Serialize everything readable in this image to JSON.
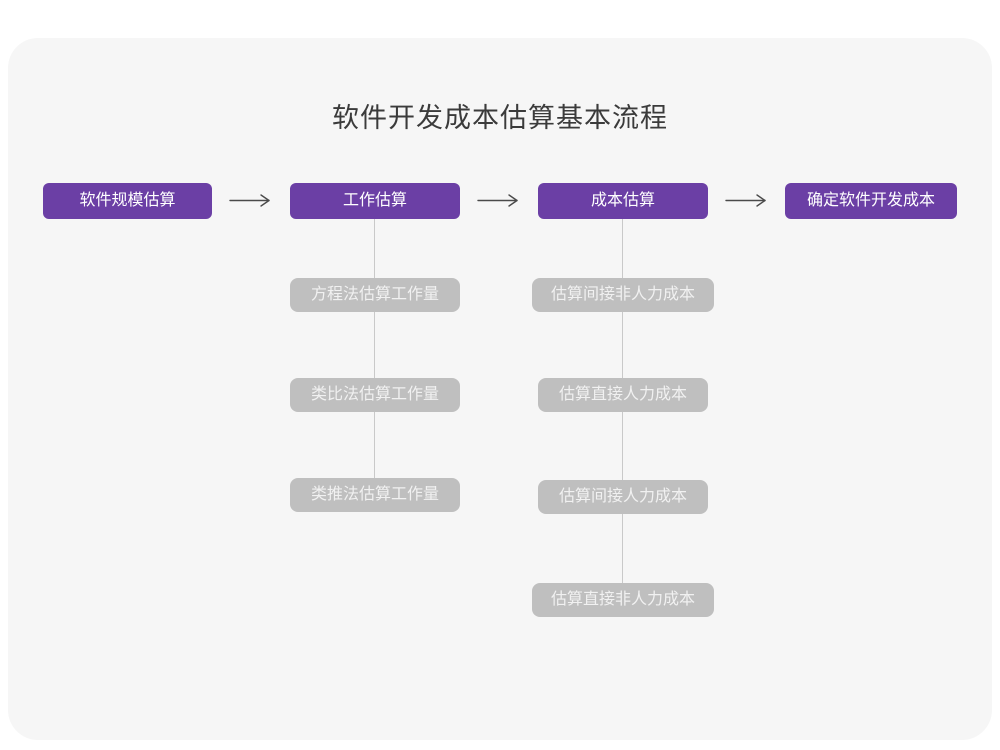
{
  "title": "软件开发成本估算基本流程",
  "colors": {
    "page_bg": "#ffffff",
    "card_bg": "#f6f6f6",
    "primary": "#6b3fa5",
    "primary_text": "#ffffff",
    "secondary": "#bfbfbf",
    "secondary_text": "#f1f1f1",
    "arrow": "#4a4a4a",
    "connector": "#c9c9c9",
    "title_text": "#3b3b3b"
  },
  "flow": {
    "stages": [
      {
        "label": "软件规模估算"
      },
      {
        "label": "工作估算"
      },
      {
        "label": "成本估算"
      },
      {
        "label": "确定软件开发成本"
      }
    ]
  },
  "columns": [
    {
      "parent": "工作估算",
      "items": [
        "方程法估算工作量",
        "类比法估算工作量",
        "类推法估算工作量"
      ]
    },
    {
      "parent": "成本估算",
      "items": [
        "估算间接非人力成本",
        "估算直接人力成本",
        "估算间接人力成本",
        "估算直接非人力成本"
      ]
    }
  ]
}
